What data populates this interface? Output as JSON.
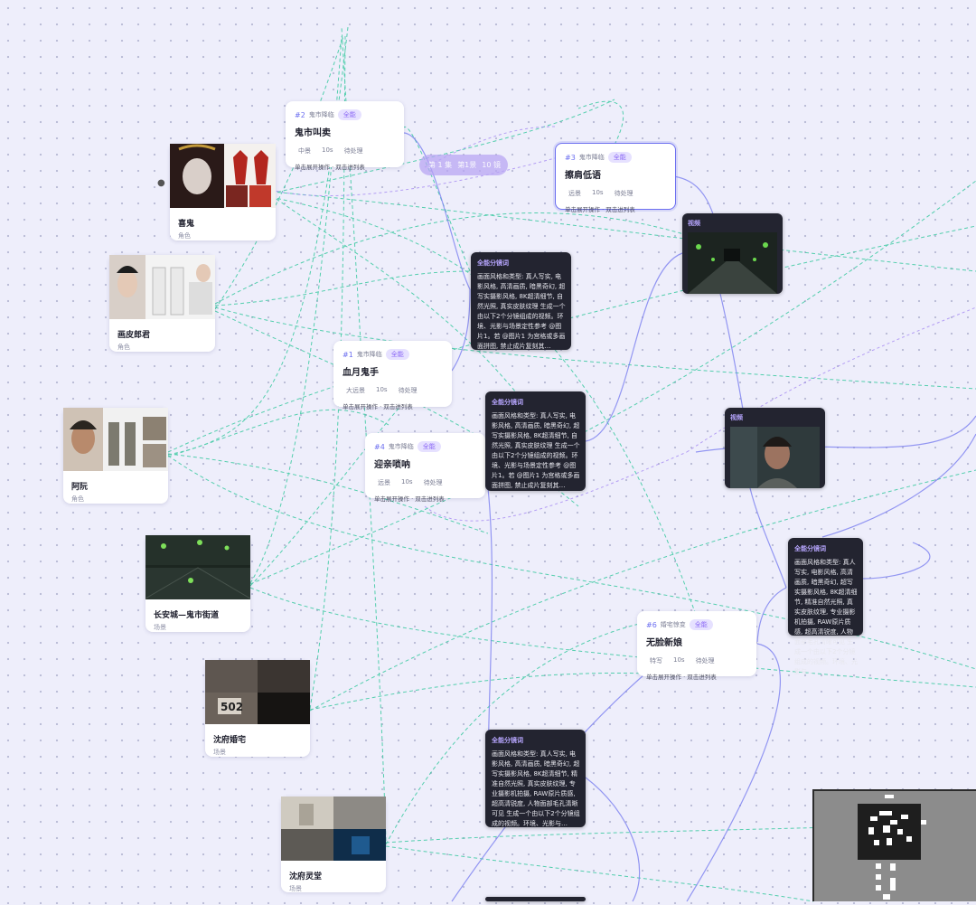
{
  "nodes": [
    {
      "num": "#2",
      "group": "鬼市降临",
      "tag": "全能",
      "title": "鬼市叫卖",
      "shot": "中景",
      "dur": "10s",
      "status": "待处理",
      "hint": "单击展开操作 · 双击进列表"
    },
    {
      "num": "#3",
      "group": "鬼市降临",
      "tag": "全能",
      "title": "擦肩低语",
      "shot": "远景",
      "dur": "10s",
      "status": "待处理",
      "hint": "单击展开操作 · 双击进列表"
    },
    {
      "num": "#1",
      "group": "鬼市降临",
      "tag": "全能",
      "title": "血月鬼手",
      "shot": "大远景",
      "dur": "10s",
      "status": "待处理",
      "hint": "单击展开操作 · 双击进列表"
    },
    {
      "num": "#4",
      "group": "鬼市降临",
      "tag": "全能",
      "title": "迎亲唢呐",
      "shot": "远景",
      "dur": "10s",
      "status": "待处理",
      "hint": "单击展开操作 · 双击进列表"
    },
    {
      "num": "#6",
      "group": "婚宅惊变",
      "tag": "全能",
      "title": "无脸新娘",
      "shot": "特写",
      "dur": "10s",
      "status": "待处理",
      "hint": "单击展开操作 · 双击进列表"
    }
  ],
  "group_pill": {
    "ep": "第 1 集",
    "scene": "第1景",
    "count": "10 镜"
  },
  "cards": [
    {
      "name": "喜鬼",
      "sub": "角色"
    },
    {
      "name": "画皮郎君",
      "sub": "角色"
    },
    {
      "name": "阿阮",
      "sub": "角色"
    },
    {
      "name": "长安城—鬼市街道",
      "sub": "场景"
    },
    {
      "name": "沈府婚宅",
      "sub": "场景",
      "door_number": "502"
    },
    {
      "name": "沈府灵堂",
      "sub": "场景"
    }
  ],
  "prompts": [
    {
      "head": "全能分镜词",
      "text": "画面风格和类型: 真人写实, 电影风格, 高清画质, 暗黑奇幻, 超写实摄影风格, 8K超清细节, 自然光照, 真实皮肤纹理 生成一个由以下2个分镜组成的视频。环境、光影与场景定性参考 @图片1。若 @图片1 为宫格或多画面拼图, 禁止成片复刻其…"
    },
    {
      "head": "全能分镜词",
      "text": "画面风格和类型: 真人写实, 电影风格, 高清画质, 暗黑奇幻, 超写实摄影风格, 8K超清细节, 自然光照, 真实皮肤纹理 生成一个由以下2个分镜组成的视频。环境、光影与场景定性参考 @图片1。若 @图片1 为宫格或多画面拼图, 禁止成片复刻其…"
    },
    {
      "head": "全能分镜词",
      "text": "画面风格和类型: 真人写实, 电影风格, 高清画质, 暗黑奇幻, 超写实摄影风格, 8K超清细节, 精准自然光照, 真实皮肤纹理, 专业摄影机拍摄, RAW原片质感, 超高清锐度, 人物面部毛孔清晰可见 生成一个由以下2个分镜组成的视频。环境、光影与…"
    },
    {
      "head": "全能分镜词",
      "text": "画面风格和类型: 真人写实, 电影风格, 高清画质, 暗黑奇幻, 超写实摄影风格, 8K超清细节, 精准自然光照, 真实皮肤纹理, 专业摄影机拍摄, RAW原片质感, 超高清锐度, 人物面部毛孔清晰可见 生成一个由以下2个分镜组成的视频。环境、光影与…"
    }
  ],
  "videos": [
    {
      "head": "视频"
    },
    {
      "head": "视频"
    }
  ],
  "colors": {
    "accent": "#6c6ff0",
    "tag_bg": "#e6e1ff",
    "wire_green": "#39c9a0",
    "wire_blue": "#7b7ff0",
    "wire_purple": "#a58af2",
    "dark_box": "#232430"
  }
}
